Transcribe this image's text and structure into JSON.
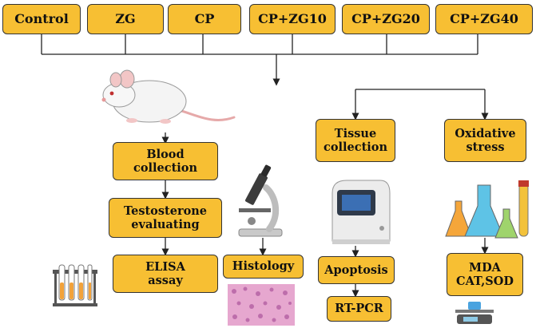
{
  "groups": {
    "control": "Control",
    "zg": "ZG",
    "cp": "CP",
    "cp_zg10": "CP+ZG10",
    "cp_zg20": "CP+ZG20",
    "cp_zg40": "CP+ZG40"
  },
  "left_branch": {
    "blood_line1": "Blood",
    "blood_line2": "collection",
    "testo_line1": "Testosterone",
    "testo_line2": "evaluating",
    "elisa_line1": "ELISA",
    "elisa_line2": "assay"
  },
  "histology": "Histology",
  "tissue_branch": {
    "tissue_line1": "Tissue",
    "tissue_line2": "collection",
    "apoptosis": "Apoptosis",
    "rtpcr": "RT-PCR"
  },
  "oxidative_branch": {
    "ox_line1": "Oxidative",
    "ox_line2": "stress",
    "mda_line1": "MDA",
    "mda_line2": "CAT,SOD"
  },
  "colors": {
    "box_fill": "#f7bf33",
    "box_border": "#333333",
    "line": "#222222"
  },
  "icons": [
    "rat-icon",
    "test-tubes-icon",
    "microscope-icon",
    "histology-slide-icon",
    "pcr-machine-icon",
    "flasks-icon",
    "scale-icon"
  ]
}
